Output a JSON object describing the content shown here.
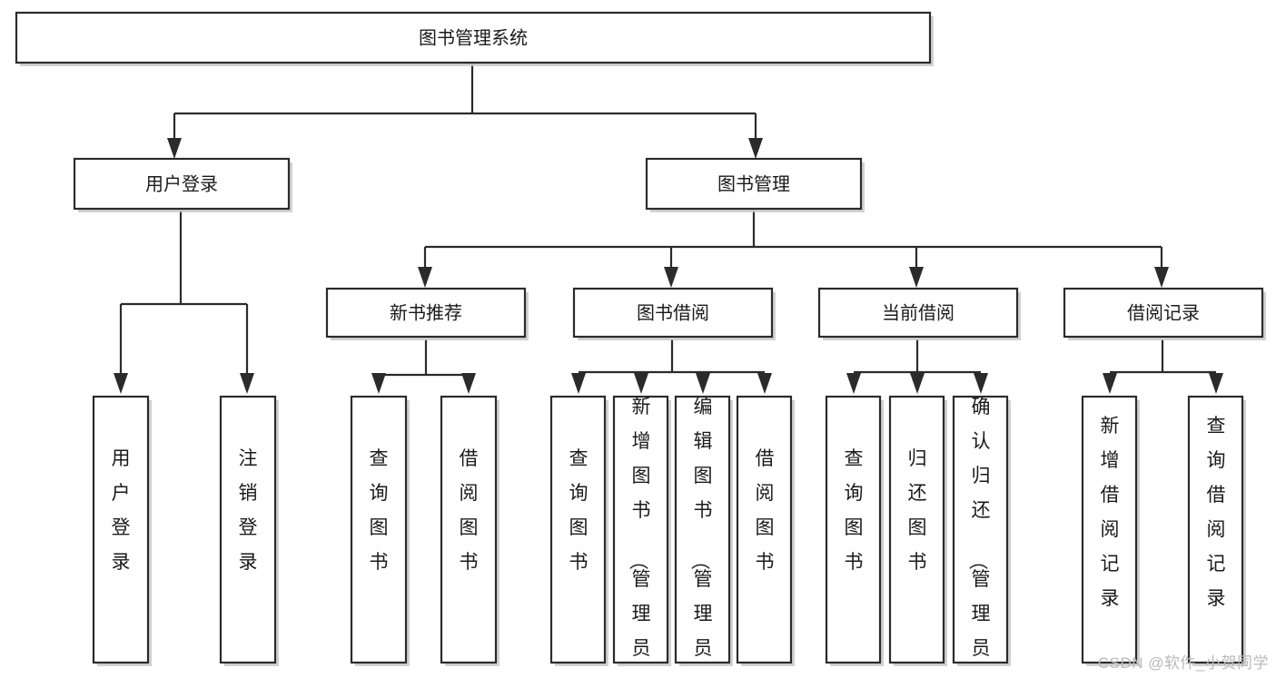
{
  "diagram": {
    "title": "图书管理系统",
    "type": "hierarchy-tree",
    "watermark": "CSDN @软件_小贺同学",
    "colors": {
      "stroke": "#2b2b2b",
      "fill": "#ffffff",
      "shadow": "#c9c9c9",
      "text": "#1a1a1a",
      "watermark": "#b9b9b9"
    },
    "levels": {
      "root": {
        "label": "图书管理系统"
      },
      "level2": [
        {
          "label": "用户登录"
        },
        {
          "label": "图书管理"
        }
      ],
      "level3": [
        {
          "label": "新书推荐"
        },
        {
          "label": "图书借阅"
        },
        {
          "label": "当前借阅"
        },
        {
          "label": "借阅记录"
        }
      ],
      "leaves": {
        "user_login": [
          {
            "label": "用户登录"
          },
          {
            "label": "注销登录"
          }
        ],
        "new_book_recommend": [
          {
            "label": "查询图书"
          },
          {
            "label": "借阅图书"
          }
        ],
        "book_borrow": [
          {
            "label": "查询图书"
          },
          {
            "label": "新增图书（管理员）"
          },
          {
            "label": "编辑图书（管理员）"
          },
          {
            "label": "借阅图书"
          }
        ],
        "current_borrow": [
          {
            "label": "查询图书"
          },
          {
            "label": "归还图书"
          },
          {
            "label": "确认归还（管理员）"
          }
        ],
        "borrow_record": [
          {
            "label": "新增借阅记录"
          },
          {
            "label": "查询借阅记录"
          }
        ]
      }
    }
  }
}
